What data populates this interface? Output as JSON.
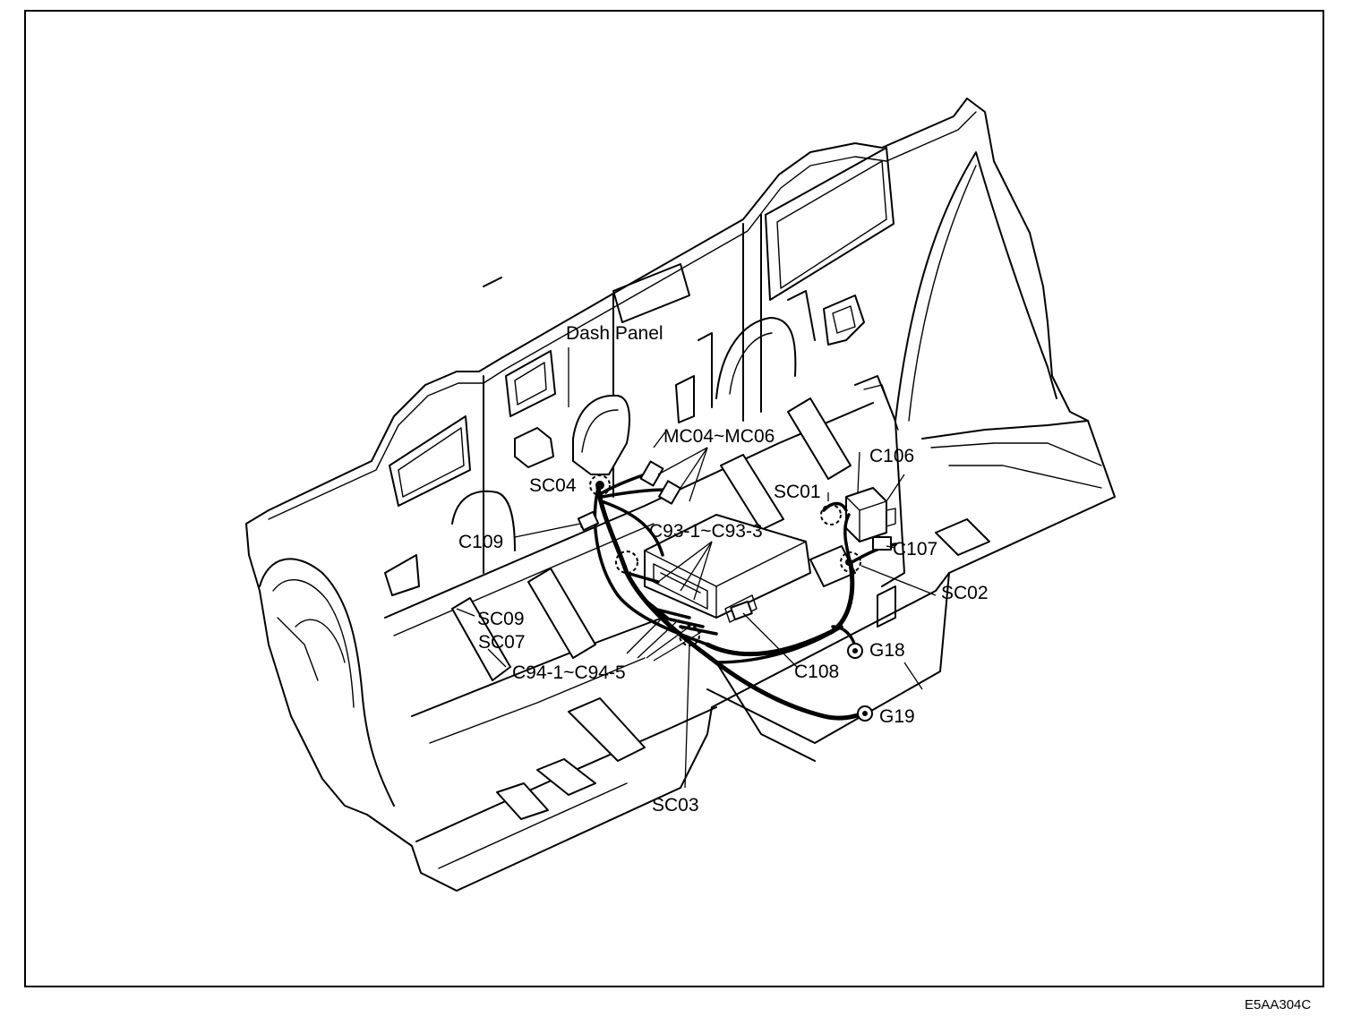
{
  "diagram": {
    "labels": {
      "dash_panel": "Dash Panel",
      "mc04_mc06": "MC04~MC06",
      "sc04": "SC04",
      "sc01": "SC01",
      "c106": "C106",
      "c93": "C93-1~C93-3",
      "c109": "C109",
      "c107": "C107",
      "sc02": "SC02",
      "sc09": "SC09",
      "sc07": "SC07",
      "c94": "C94-1~C94-5",
      "g18": "G18",
      "c108": "C108",
      "g19": "G19",
      "sc03": "SC03"
    },
    "figure_code": "E5AA304C"
  }
}
